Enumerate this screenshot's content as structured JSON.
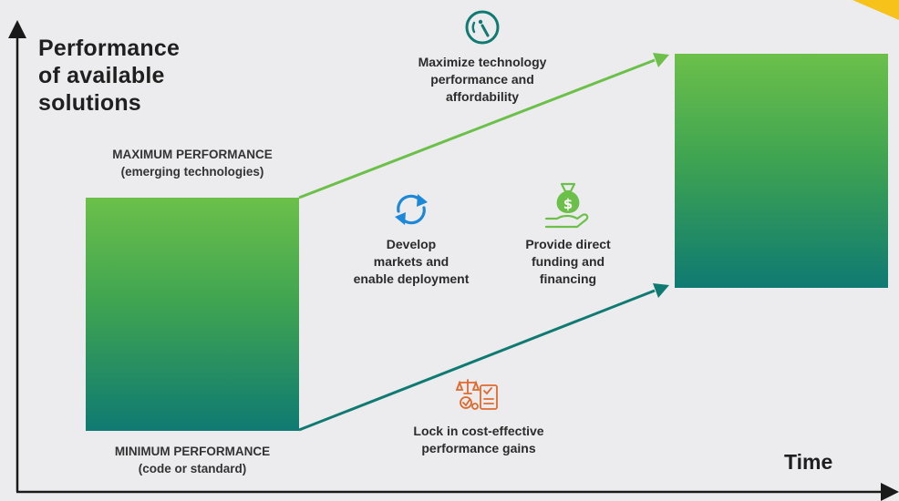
{
  "axes": {
    "y_title_lines": [
      "Performance",
      "of available",
      "solutions"
    ],
    "x_title": "Time"
  },
  "levels": {
    "max_lines": [
      "MAXIMUM PERFORMANCE",
      "(emerging technologies)"
    ],
    "min_lines": [
      "MINIMUM PERFORMANCE",
      "(code or standard)"
    ]
  },
  "strategies": {
    "maximize": {
      "lines": [
        "Maximize technology",
        "performance and",
        "affordability"
      ],
      "icon": "gauge-icon"
    },
    "develop": {
      "lines": [
        "Develop",
        "markets and",
        "enable deployment"
      ],
      "icon": "refresh-cycle-icon"
    },
    "funding": {
      "lines": [
        "Provide direct",
        "funding and",
        "financing"
      ],
      "icon": "money-bag-hand-icon"
    },
    "lock": {
      "lines": [
        "Lock in cost-effective",
        "performance gains"
      ],
      "icon": "scale-checklist-icon"
    }
  },
  "colors": {
    "green": "#6cc04a",
    "teal": "#0f7a72",
    "blue": "#1e88d8",
    "orange": "#e0692e",
    "yellow": "#f7c21a",
    "axis": "#1a1a1a"
  }
}
